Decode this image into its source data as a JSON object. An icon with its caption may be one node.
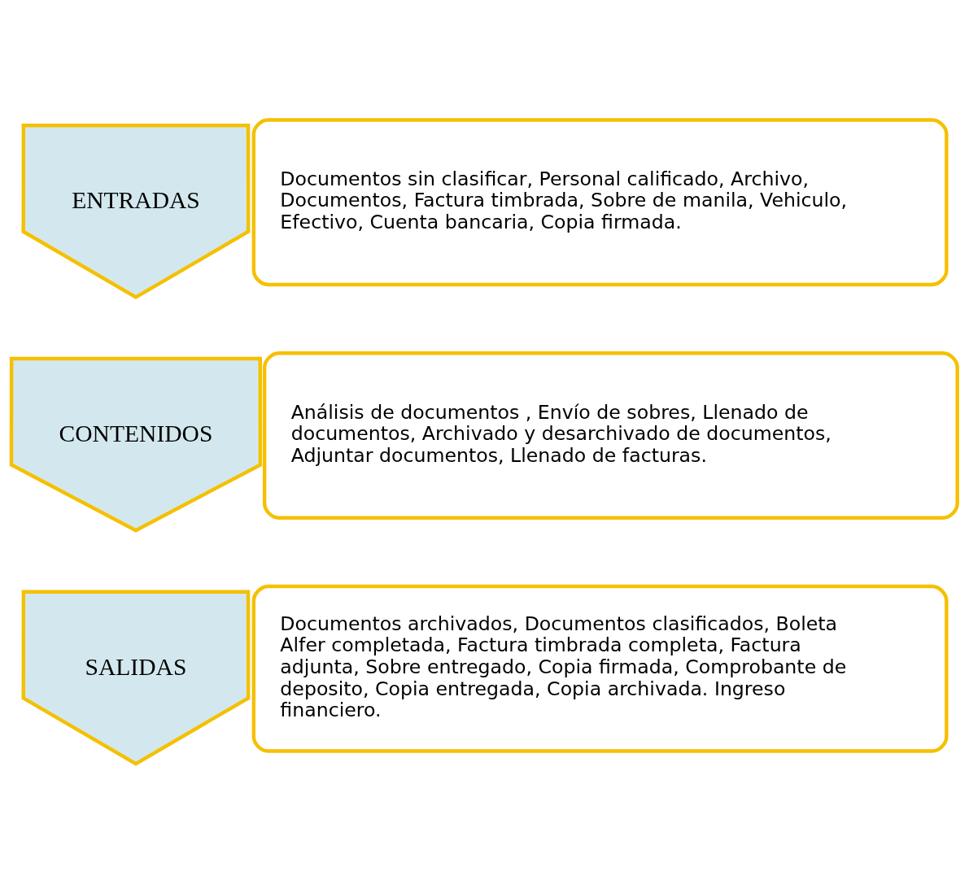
{
  "diagram": {
    "nodes": [
      {
        "text": [
          "ENTRADAS"
        ]
      },
      {
        "text": [
          "Documentos sin clasificar, Personal calificado, Archivo, Documentos, Factura timbrada, Sobre de manila, Vehiculo, Efectivo, Cuenta bancaria, Copia firmada."
        ]
      },
      {
        "text": [
          "CONTENIDOS"
        ]
      },
      {
        "text": [
          "Análisis de documentos , Envío de sobres, Llenado de documentos, Archivado y desarchivado de documentos, Adjuntar documentos, Llenado de facturas."
        ]
      },
      {
        "text": [
          "SALIDAS"
        ]
      },
      {
        "text": [
          "Documentos archivados, Documentos clasificados, Boleta Alfer completada, Factura timbrada completa, Factura adjunta, Sobre entregado, Copia firmada, Comprobante de deposito, Copia entregada, Copia archivada. Ingreso financiero."
        ]
      }
    ]
  }
}
